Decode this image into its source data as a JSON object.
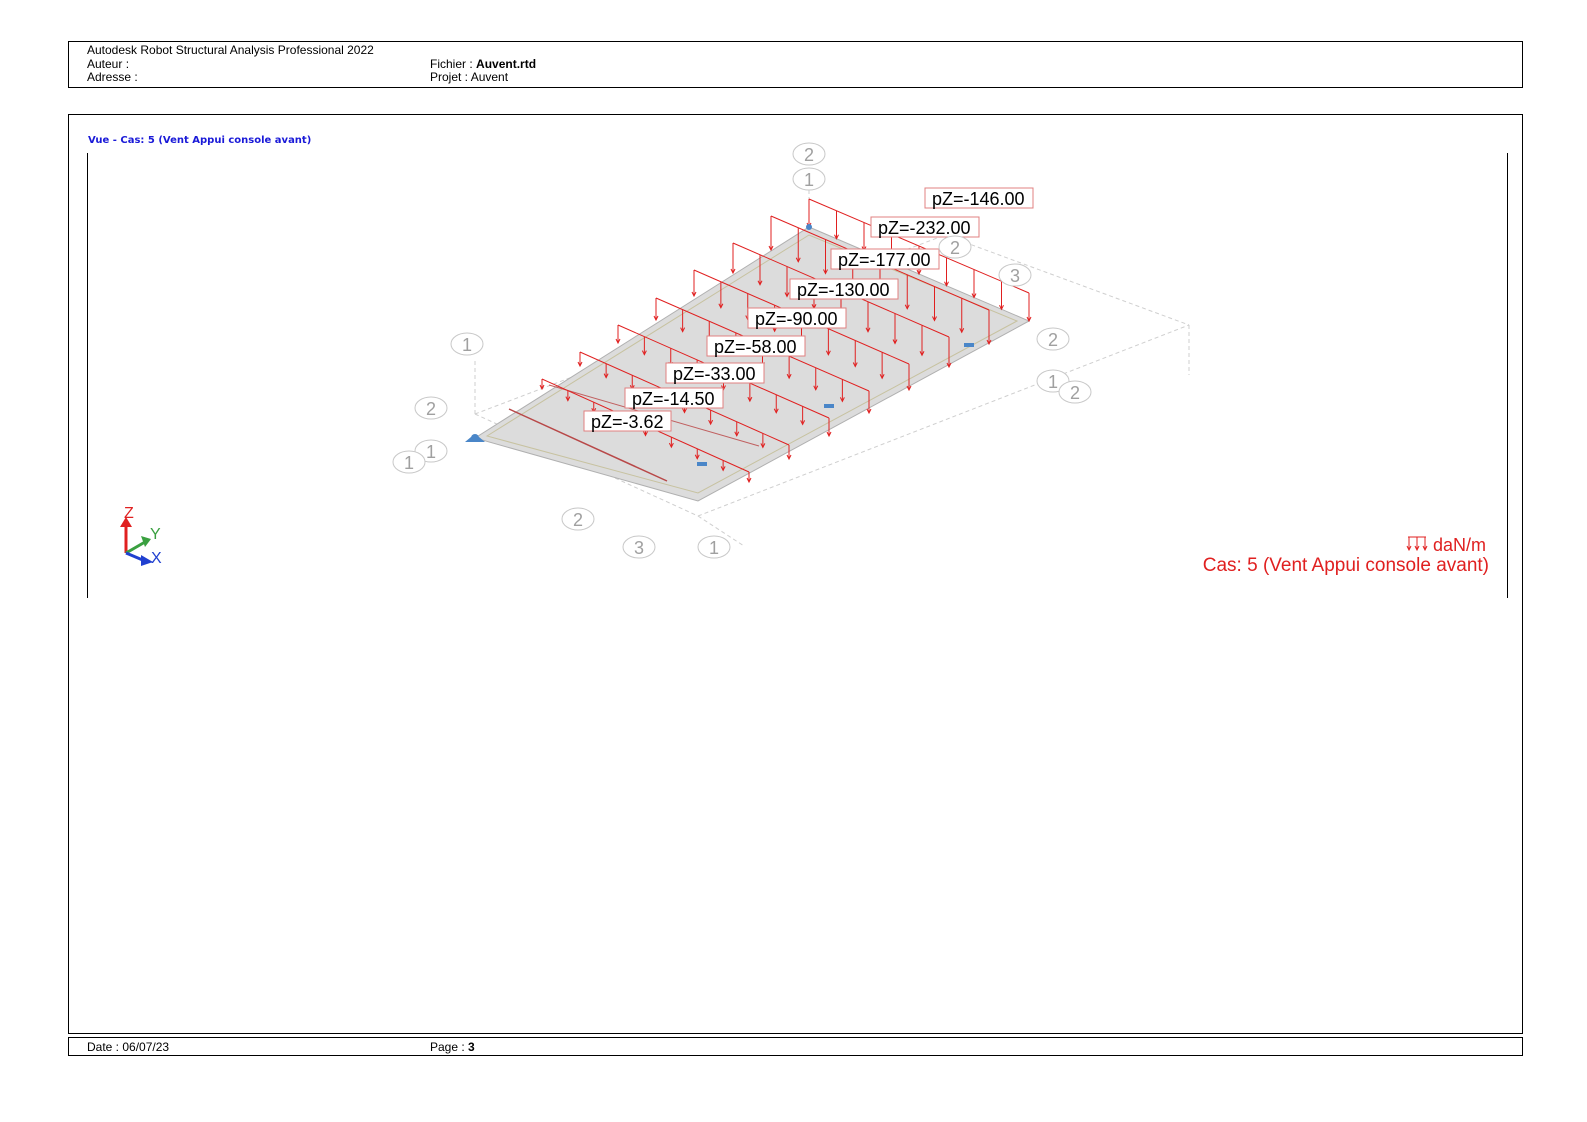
{
  "header": {
    "software": "Autodesk Robot Structural Analysis Professional 2022",
    "author_label": "Auteur :",
    "address_label": "Adresse :",
    "file_label": "Fichier :",
    "file_name": "Auvent.rtd",
    "project_label": "Projet :",
    "project_name": "Auvent"
  },
  "view": {
    "title": "Vue - Cas: 5 (Vent Appui console avant)",
    "unit": "daN/m",
    "case_label": "Cas: 5 (Vent Appui console avant)",
    "load_labels": [
      "pZ=-146.00",
      "pZ=-232.00",
      "pZ=-177.00",
      "pZ=-130.00",
      "pZ=-90.00",
      "pZ=-58.00",
      "pZ=-33.00",
      "pZ=-14.50",
      "pZ=-3.62"
    ],
    "grid_bubbles": [
      "2",
      "1",
      "2",
      "3",
      "1",
      "2",
      "2",
      "1",
      "2",
      "1",
      "1",
      "2",
      "3",
      "1"
    ],
    "axes": {
      "z": "Z",
      "y": "Y",
      "x": "X"
    },
    "colors": {
      "load": "#e02020",
      "plate": "#dcdcdc",
      "title": "#1a1ad8",
      "support": "#4a86c8"
    }
  },
  "footer": {
    "date_label": "Date :",
    "date": "06/07/23",
    "page_label": "Page :",
    "page": "3"
  }
}
